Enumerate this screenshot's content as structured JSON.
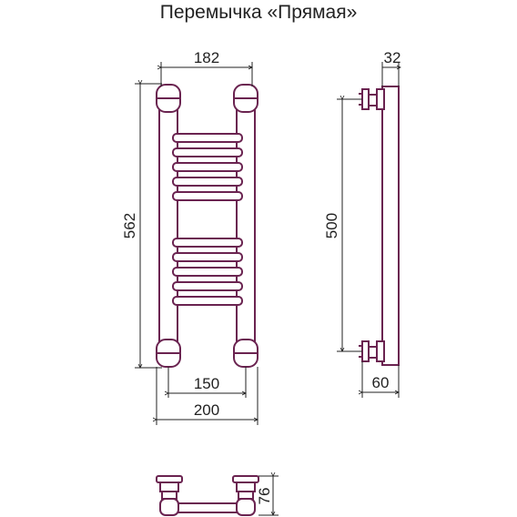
{
  "title": "Перемычка «Прямая»",
  "dimensions": {
    "top_width": "182",
    "height": "562",
    "inner_width": "150",
    "outer_width": "200",
    "depth_top": "32",
    "center_distance": "500",
    "depth_bottom": "60",
    "plan_depth": "76"
  },
  "colors": {
    "outline": "#6a2350",
    "fill": "#ffffff",
    "dimension": "#222222"
  }
}
